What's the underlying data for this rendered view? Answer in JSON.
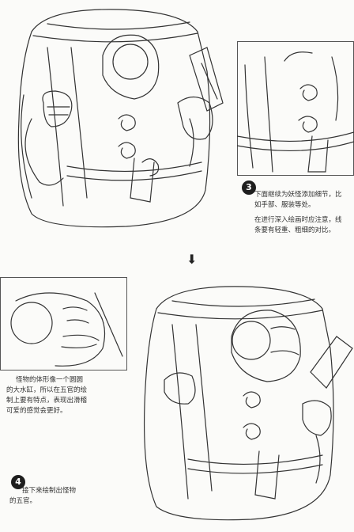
{
  "steps": {
    "step3": {
      "number": "3",
      "line1": "下面继续为妖怪添加细节，比",
      "line2": "如手部、服装等处。",
      "line3": "在进行深入绘画时应注意，线",
      "line4": "条要有轻重、粗细的对比。"
    },
    "step4": {
      "number": "4",
      "line1": "接下来绘制出怪物",
      "line2": "的五官。"
    }
  },
  "notes": {
    "face_note": {
      "line1": "怪物的体形像一个圆圆",
      "line2": "的大水缸，所以在五官的绘",
      "line3": "制上要有特点，表现出滑稽",
      "line4": "可爱的感觉会更好。"
    }
  },
  "arrow": {
    "glyph": "⬇"
  },
  "icons": {
    "down_arrow": "down-arrow-icon"
  }
}
